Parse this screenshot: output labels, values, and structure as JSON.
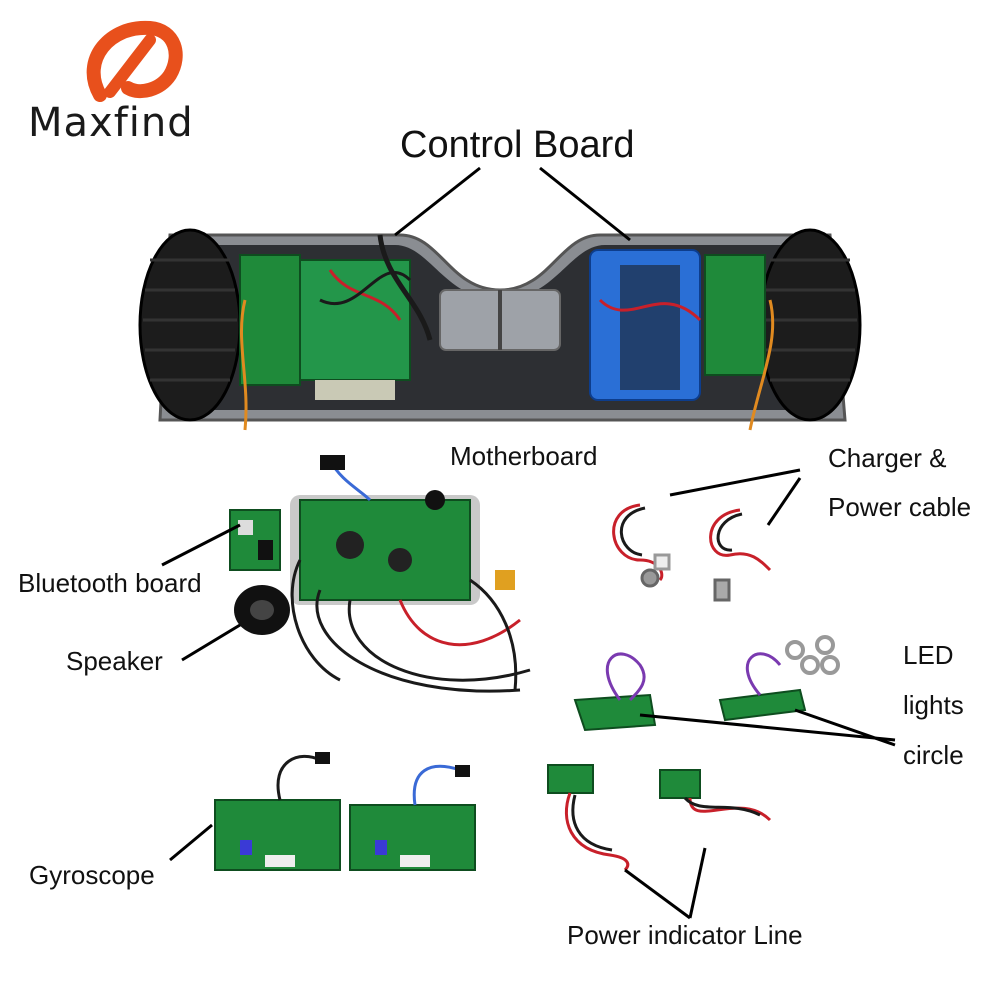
{
  "brand": {
    "name": "Maxfind",
    "logo_icon": "maxfind-swoosh-icon",
    "accent": "#e8501c"
  },
  "labels": {
    "control_board": "Control Board",
    "motherboard": "Motherboard",
    "charger_1": "Charger &",
    "charger_2": "Power cable",
    "bluetooth": "Bluetooth board",
    "speaker": "Speaker",
    "led_1": "LED",
    "led_2": "lights",
    "led_3": "circle",
    "gyroscope": "Gyroscope",
    "power_indicator": "Power indicator Line"
  },
  "colors": {
    "pcb": "#1f8a3a",
    "wire_red": "#c8202a",
    "wire_black": "#1a1a1a",
    "battery": "#2a6fd6"
  }
}
